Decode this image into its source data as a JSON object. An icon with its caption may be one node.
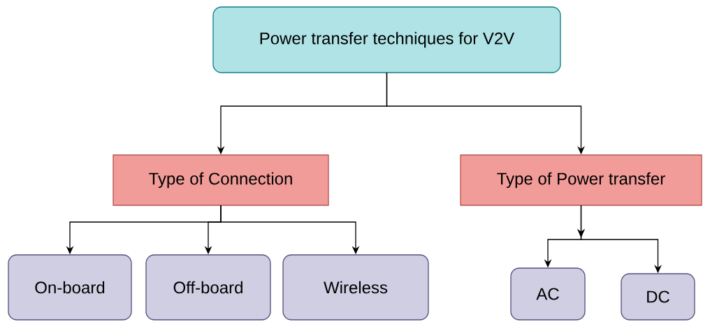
{
  "diagram": {
    "nodes": [
      {
        "text": [
          "Power transfer techniques for V2V"
        ]
      },
      {
        "text": [
          "Type of Connection"
        ]
      },
      {
        "text": [
          "Type of Power transfer"
        ]
      },
      {
        "text": [
          "On-board"
        ]
      },
      {
        "text": [
          "Off-board"
        ]
      },
      {
        "text": [
          "Wireless"
        ]
      },
      {
        "text": [
          "AC"
        ]
      },
      {
        "text": [
          "DC"
        ]
      }
    ],
    "edges": [
      {
        "from": 0,
        "to": 1,
        "arrow": "to"
      },
      {
        "from": 0,
        "to": 2,
        "arrow": "to"
      },
      {
        "from": 1,
        "to": 3,
        "arrow": "to"
      },
      {
        "from": 1,
        "to": 4,
        "arrow": "to"
      },
      {
        "from": 1,
        "to": 5,
        "arrow": "to"
      },
      {
        "from": 2,
        "to": 6,
        "arrow": "to"
      },
      {
        "from": 2,
        "to": 7,
        "arrow": "to"
      }
    ]
  }
}
